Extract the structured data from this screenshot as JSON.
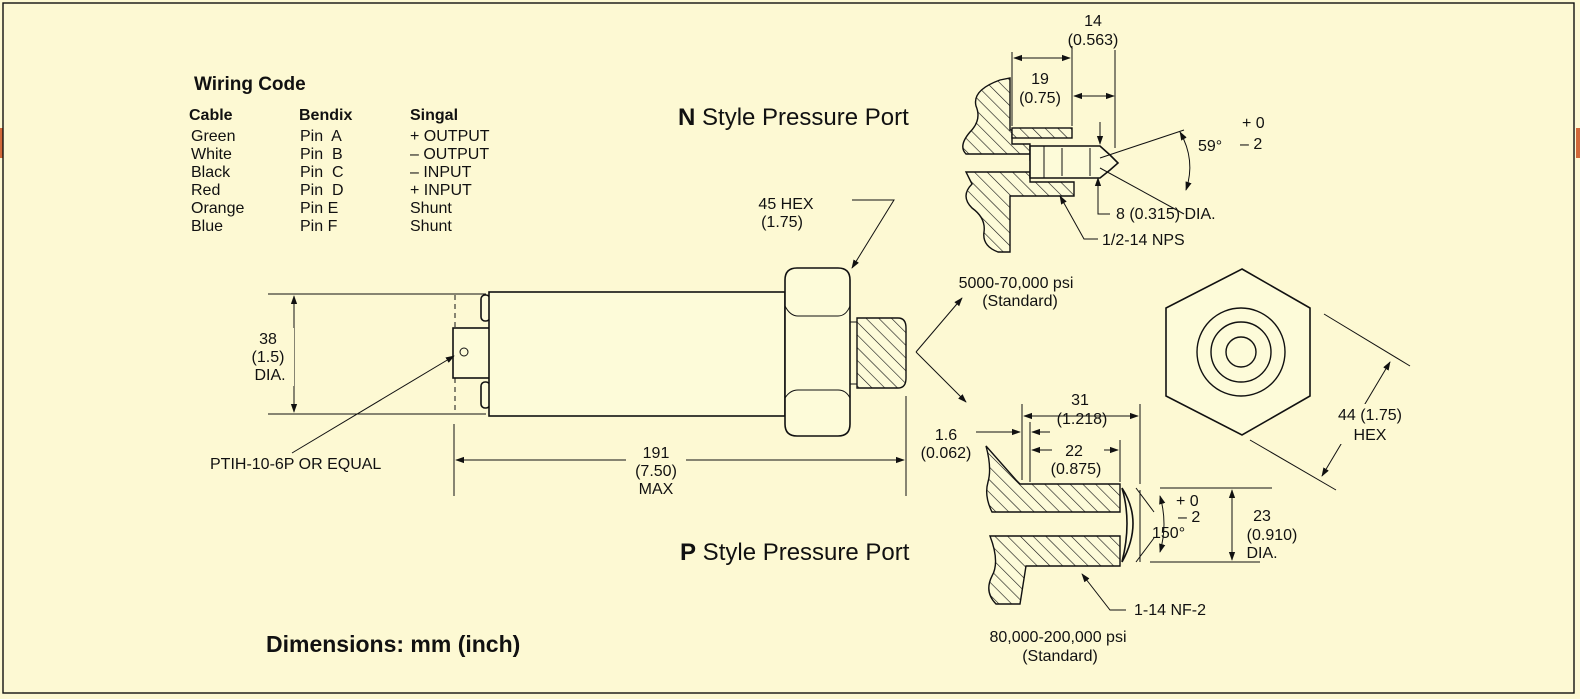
{
  "colors": {
    "background": "#fdf9d3",
    "frame": "#111111",
    "accent_edge": "#d2693a"
  },
  "wiring_code": {
    "title": "Wiring Code",
    "headers": {
      "cable": "Cable",
      "bendix": "Bendix",
      "signal": "Singal"
    },
    "rows": [
      {
        "cable": "Green",
        "bendix": "Pin  A",
        "signal": "+ OUTPUT"
      },
      {
        "cable": "White",
        "bendix": "Pin  B",
        "signal": "– OUTPUT"
      },
      {
        "cable": "Black",
        "bendix": "Pin  C",
        "signal": "– INPUT"
      },
      {
        "cable": "Red",
        "bendix": "Pin  D",
        "signal": "+ INPUT"
      },
      {
        "cable": "Orange",
        "bendix": "Pin E",
        "signal": "Shunt"
      },
      {
        "cable": "Blue",
        "bendix": "Pin F",
        "signal": "Shunt"
      }
    ]
  },
  "main_body": {
    "hex": {
      "mm": "45 HEX",
      "inch": "(1.75)"
    },
    "diameter": {
      "mm": "38",
      "inch": "(1.5)",
      "suffix": "DIA."
    },
    "length": {
      "mm": "191",
      "inch": "(7.50)",
      "suffix": "MAX"
    },
    "connector_label": "PTIH-10-6P OR EQUAL"
  },
  "pressure_ranges": {
    "standard_low": {
      "range": "5000-70,000 psi",
      "note": "(Standard)"
    },
    "standard_high": {
      "range": "80,000-200,000 psi",
      "note": "(Standard)"
    }
  },
  "n_port": {
    "title_letter": "N",
    "title_rest": " Style Pressure Port",
    "dim_14": {
      "mm": "14",
      "inch": "(0.563)"
    },
    "dim_19": {
      "mm": "19",
      "inch": "(0.75)"
    },
    "angle": "59°",
    "tol_plus": "+ 0",
    "tol_minus": "– 2",
    "bore": "8 (0.315) DIA.",
    "thread": "1/2-14 NPS"
  },
  "p_port": {
    "title_letter": "P",
    "title_rest": " Style Pressure Port",
    "dim_31": {
      "mm": "31",
      "inch": "(1.218)"
    },
    "dim_22": {
      "mm": "22",
      "inch": "(0.875)"
    },
    "dim_1_6": {
      "mm": "1.6",
      "inch": "(0.062)"
    },
    "tol_plus": "+ 0",
    "tol_minus": "– 2",
    "angle": "150°",
    "dim_23": {
      "mm": "23",
      "inch": "(0.910)",
      "suffix": "DIA."
    },
    "thread": "1-14 NF-2"
  },
  "hex_end_view": {
    "mm": "44 (1.75)",
    "suffix": "HEX"
  },
  "units_note": "Dimensions: mm (inch)"
}
